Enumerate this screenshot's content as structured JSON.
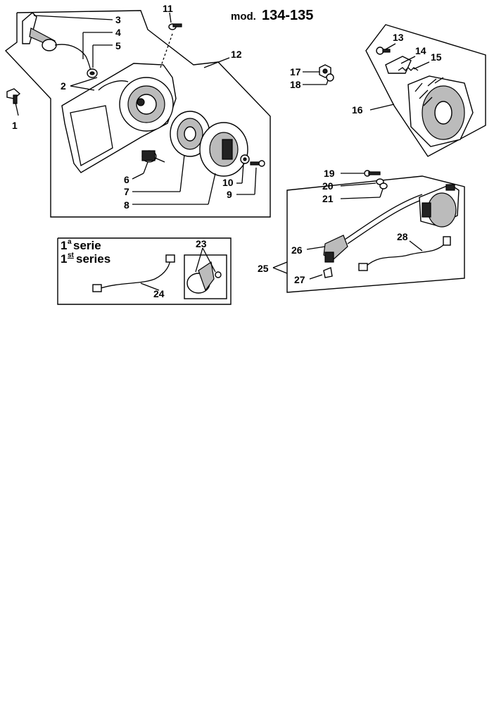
{
  "model": {
    "prefix": "mod.",
    "number": "134-135"
  },
  "callouts": [
    "1",
    "2",
    "3",
    "4",
    "5",
    "6",
    "7",
    "8",
    "9",
    "10",
    "11",
    "12",
    "13",
    "14",
    "15",
    "16",
    "17",
    "18",
    "19",
    "20",
    "21",
    "23",
    "24",
    "25",
    "26",
    "27",
    "28"
  ],
  "series_box": {
    "line1_num": "1",
    "line1_sup": "a",
    "line1_text": "serie",
    "line2_num": "1",
    "line2_sup": "st",
    "line2_text": "series"
  }
}
